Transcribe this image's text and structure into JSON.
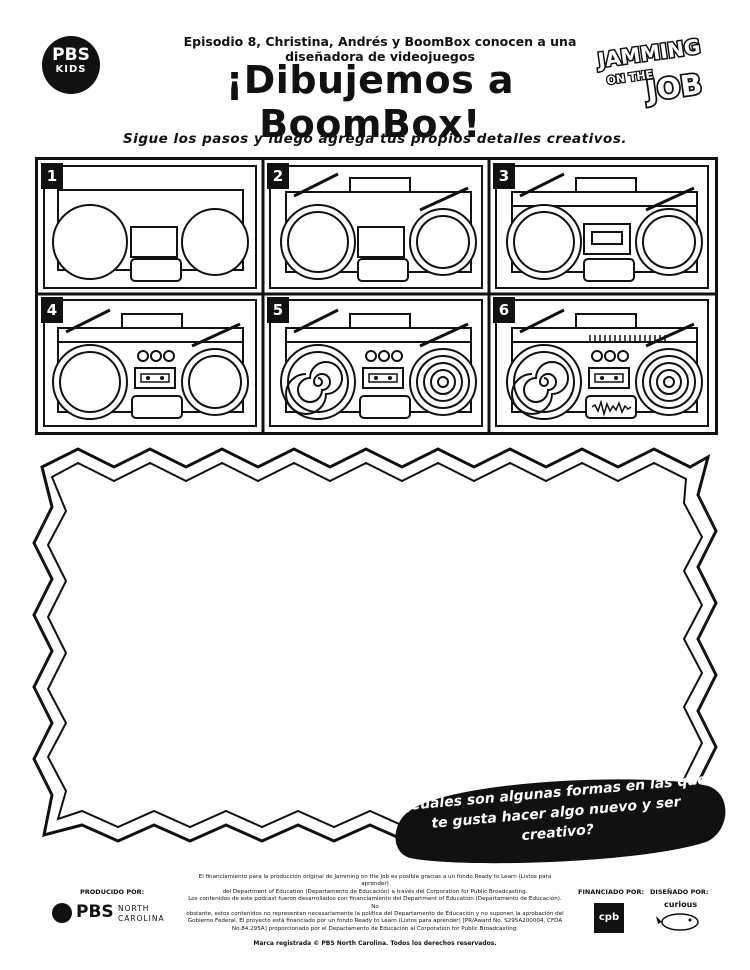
{
  "header": {
    "brand": {
      "line1": "PBS",
      "line2": "KIDS"
    },
    "episode": "Episodio 8, Christina, Andrés y BoomBox conocen a una diseñadora de videojuegos",
    "title": "¡Dibujemos a BoomBox!",
    "show_logo": {
      "line1": "JAMMING",
      "line2": "ON THE",
      "line3": "JOB"
    },
    "subtitle": "Sigue los pasos y luego agrega tus propios detalles creativos."
  },
  "steps": [
    {
      "number": "1"
    },
    {
      "number": "2"
    },
    {
      "number": "3"
    },
    {
      "number": "4"
    },
    {
      "number": "5"
    },
    {
      "number": "6"
    }
  ],
  "question": "¿Cuáles son algunas formas en las que te gusta hacer algo nuevo y ser creativo?",
  "footer": {
    "produced_by_label": "PRODUCIDO POR:",
    "pbs_nc": {
      "main": "PBS",
      "sub1": "NORTH",
      "sub2": "CAROLINA"
    },
    "credits_lines": [
      "El financiamiento para la producción original de Jamming on the Job es posible gracias a un fondo Ready to Learn (Listos para aprender)",
      "del Department of Education (Departamento de Educación) a través del Corporation for Public Broadcasting.",
      "Los contenidos de este podcast  fueron desarrollados con financiamiento del Department of Education (Departamento de Educación). No",
      "obstante, estos contenidos no representan necesariamente la política del Departamento de Educación y no suponen la aprobación del",
      "Gobierno Federal. El proyecto está financiado por un fondo Ready to Learn (Listos para aprender) [PR/Award No. S295A200004, CFDA",
      "No.84.295A] proporcionado por el Departamento de Educación al Corporation for Public Broadcasting."
    ],
    "trademark": "Marca registrada  © PBS North Carolina. Todos los derechos reservados.",
    "funded_by_label": "FINANCIADO POR:",
    "cpb": "cpb",
    "designed_by_label": "DISEÑADO POR:",
    "curious": "curious"
  }
}
